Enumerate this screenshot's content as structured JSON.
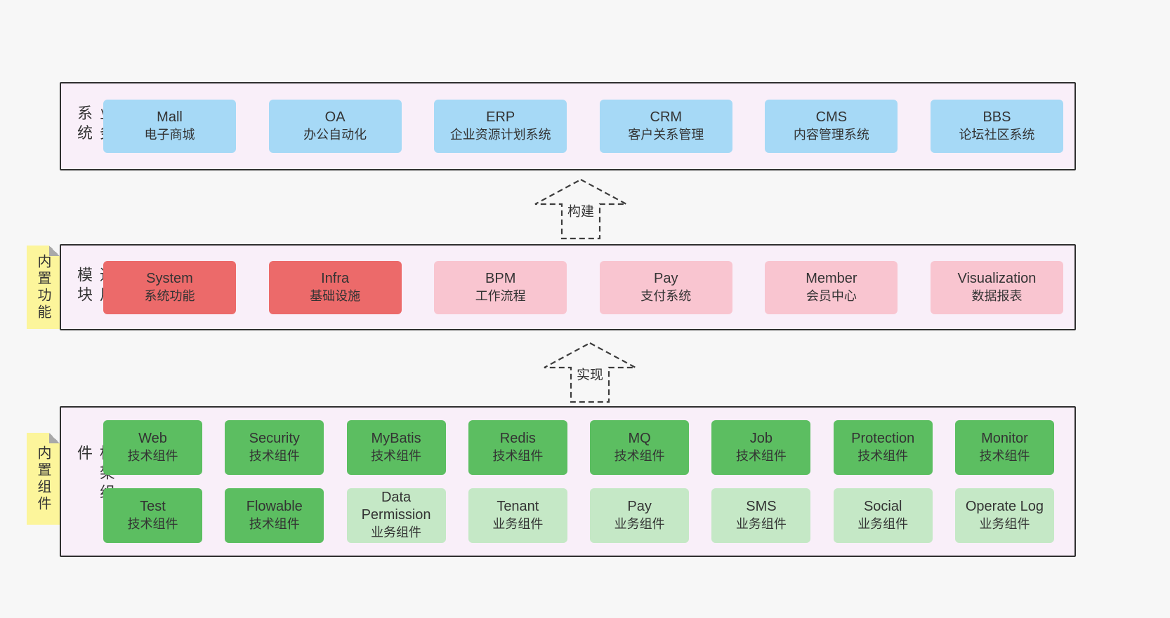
{
  "colors": {
    "page_bg": "#f7f7f7",
    "panel_bg": "#f9eff9",
    "panel_border": "#2f2f2f",
    "blue": "#a6d9f6",
    "red": "#ec6a6a",
    "pink": "#f9c5d0",
    "green": "#5cbe61",
    "light_green": "#c5e8c6",
    "note_yellow": "#fcf59b",
    "text": "#333333"
  },
  "arrows": {
    "build": "构建",
    "implement": "实现"
  },
  "layers": {
    "business": {
      "side_label": "业务系统",
      "boxes": [
        {
          "name": "Mall",
          "desc": "电子商城"
        },
        {
          "name": "OA",
          "desc": "办公自动化"
        },
        {
          "name": "ERP",
          "desc": "企业资源计划系统"
        },
        {
          "name": "CRM",
          "desc": "客户关系管理"
        },
        {
          "name": "CMS",
          "desc": "内容管理系统"
        },
        {
          "name": "BBS",
          "desc": "论坛社区系统"
        }
      ]
    },
    "modules": {
      "side_label": "通用模块",
      "note": "内置功能",
      "boxes": [
        {
          "name": "System",
          "desc": "系统功能"
        },
        {
          "name": "Infra",
          "desc": "基础设施"
        },
        {
          "name": "BPM",
          "desc": "工作流程"
        },
        {
          "name": "Pay",
          "desc": "支付系统"
        },
        {
          "name": "Member",
          "desc": "会员中心"
        },
        {
          "name": "Visualization",
          "desc": "数据报表"
        }
      ]
    },
    "components": {
      "side_label": "框架组件",
      "note": "内置组件",
      "row1": [
        {
          "name": "Web",
          "desc": "技术组件"
        },
        {
          "name": "Security",
          "desc": "技术组件"
        },
        {
          "name": "MyBatis",
          "desc": "技术组件"
        },
        {
          "name": "Redis",
          "desc": "技术组件"
        },
        {
          "name": "MQ",
          "desc": "技术组件"
        },
        {
          "name": "Job",
          "desc": "技术组件"
        },
        {
          "name": "Protection",
          "desc": "技术组件"
        },
        {
          "name": "Monitor",
          "desc": "技术组件"
        }
      ],
      "row2": [
        {
          "name": "Test",
          "desc": "技术组件"
        },
        {
          "name": "Flowable",
          "desc": "技术组件"
        },
        {
          "name": "Data Permission",
          "desc": "业务组件"
        },
        {
          "name": "Tenant",
          "desc": "业务组件"
        },
        {
          "name": "Pay",
          "desc": "业务组件"
        },
        {
          "name": "SMS",
          "desc": "业务组件"
        },
        {
          "name": "Social",
          "desc": "业务组件"
        },
        {
          "name": "Operate Log",
          "desc": "业务组件"
        }
      ]
    }
  }
}
